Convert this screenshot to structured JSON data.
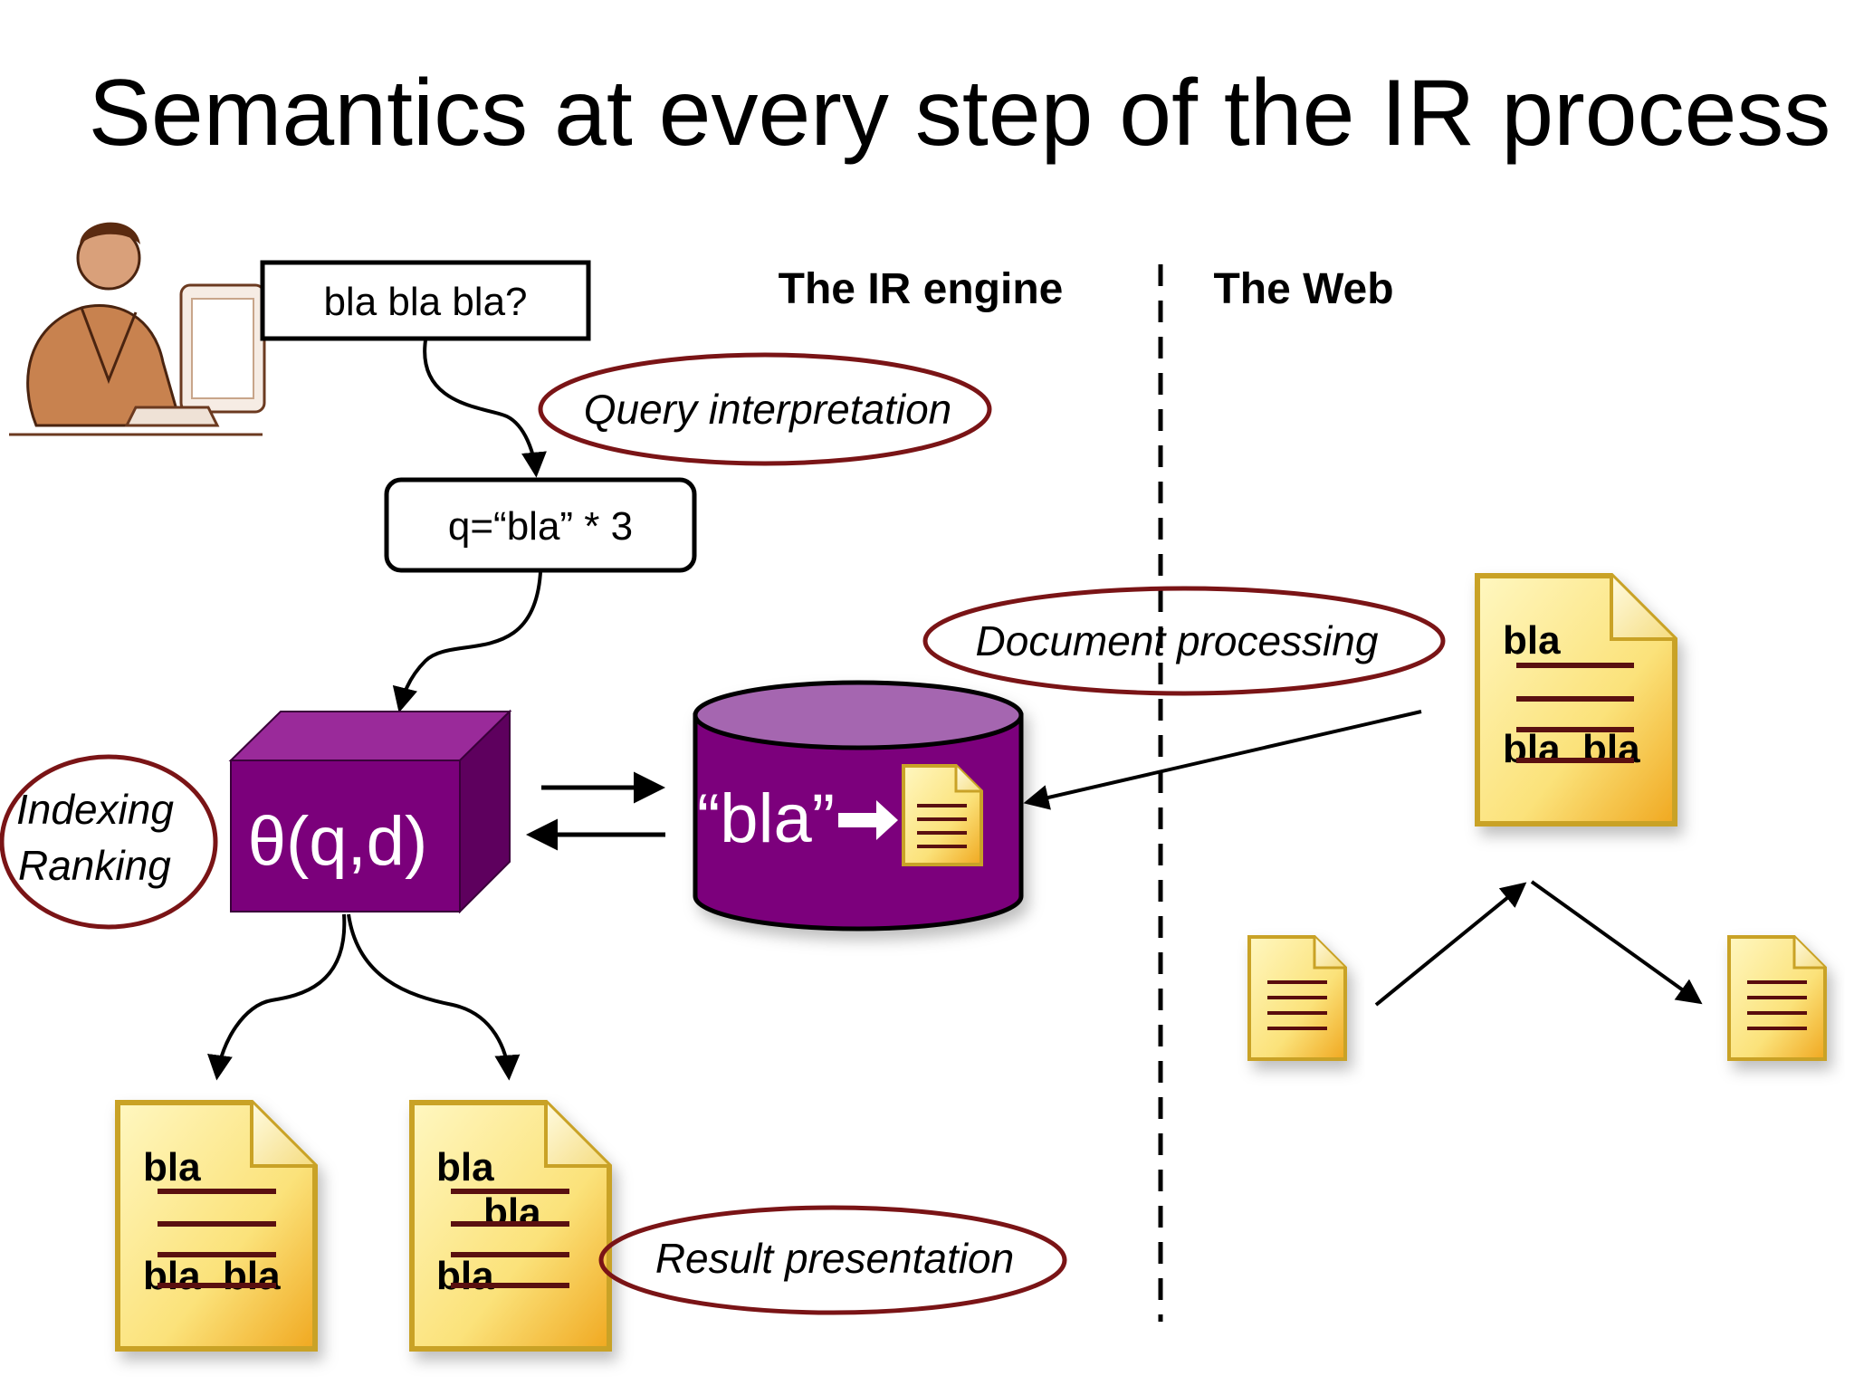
{
  "slide": {
    "title": "Semantics at every step of the IR process"
  },
  "sections": {
    "ir_engine": "The IR engine",
    "web": "The Web"
  },
  "query": {
    "raw": "bla bla bla?",
    "interpreted": "q=“bla” * 3"
  },
  "engine": {
    "function_label": "θ(q,d)",
    "index_term": "“bla”"
  },
  "steps": {
    "query_interpretation": "Query interpretation",
    "document_processing": "Document processing",
    "indexing": "Indexing",
    "ranking": "Ranking",
    "result_presentation": "Result presentation"
  },
  "web_document": {
    "line1": "bla",
    "line2": "bla  bla"
  },
  "results": {
    "doc1": {
      "line1": "bla",
      "line2": "bla  bla"
    },
    "doc2": {
      "line1": "bla",
      "line2": "bla",
      "line3": "bla"
    }
  },
  "colors": {
    "accent_ellipse": "#7a1416",
    "engine_purple": "#7b007b",
    "engine_purple_top": "#a64ca6",
    "doc_fill": "#fbe98a",
    "doc_border": "#c9a227",
    "doc_lines": "#5a1010"
  }
}
